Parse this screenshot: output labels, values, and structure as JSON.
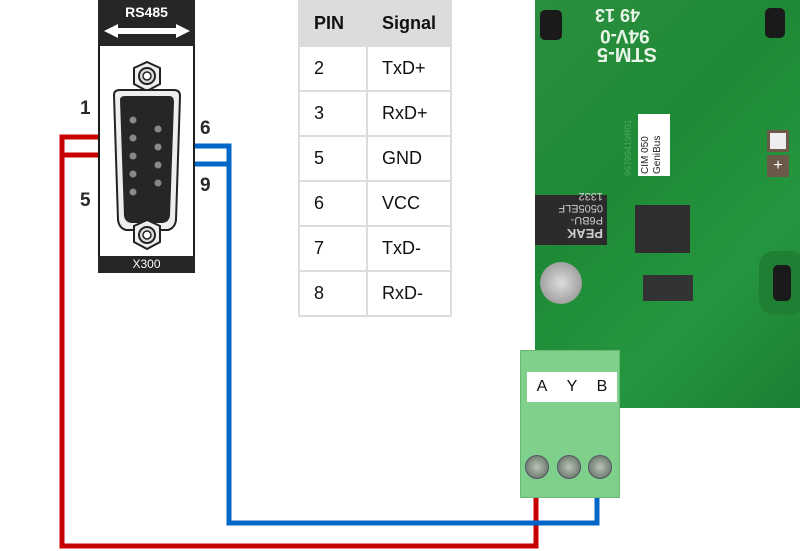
{
  "connector": {
    "title": "RS485",
    "label": "X300",
    "pin_labels": {
      "top_left": "1",
      "bottom_left": "5",
      "top_right": "6",
      "bottom_right": "9"
    }
  },
  "pin_table": {
    "headers": [
      "PIN",
      "Signal"
    ],
    "rows": [
      [
        "2",
        "TxD+"
      ],
      [
        "3",
        "RxD+"
      ],
      [
        "5",
        "GND"
      ],
      [
        "6",
        "VCC"
      ],
      [
        "7",
        "TxD-"
      ],
      [
        "8",
        "RxD-"
      ]
    ]
  },
  "module": {
    "board_marks": [
      "STM-5",
      "94V-0",
      "49 13"
    ],
    "label_line1": "CIM 050",
    "label_line2": "GeniBus",
    "serial": "96799419R01",
    "component_text": [
      "PEAK",
      "P6BU-0505ELF",
      "1332"
    ],
    "terminal_labels": [
      "A",
      "Y",
      "B"
    ]
  },
  "colors": {
    "wire_red": "#c80000",
    "wire_blue": "#0066c8",
    "pcb_green": "#22903a",
    "terminal_green": "#7fd08a",
    "table_header_bg": "#dcdcdc"
  }
}
